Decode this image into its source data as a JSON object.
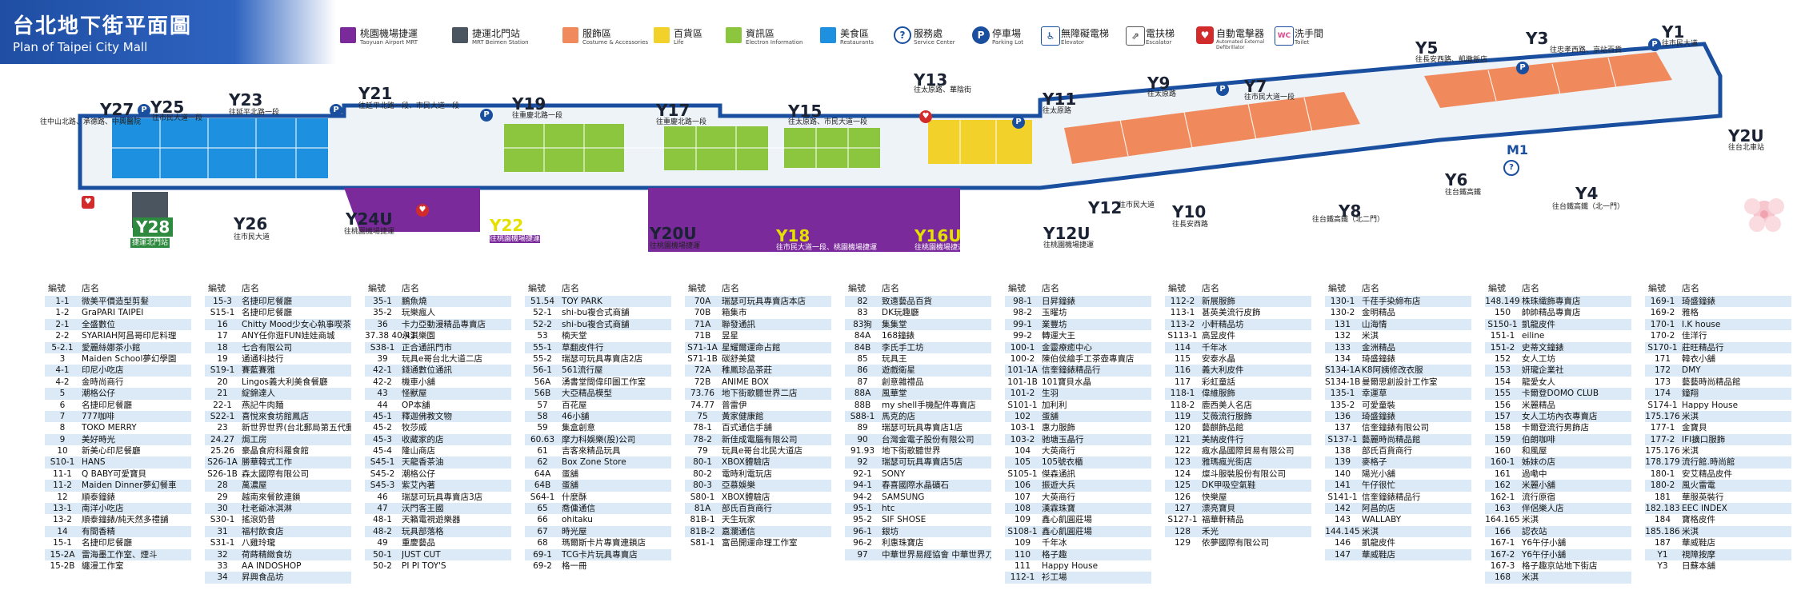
{
  "title": {
    "zh": "台北地下街平面圖",
    "en": "Plan of Taipei City Mall"
  },
  "legend": [
    {
      "zh": "桃園機場捷運",
      "en": "Taoyuan Airport MRT",
      "color": "#7b2a9c",
      "type": "swatch"
    },
    {
      "zh": "捷運北門站",
      "en": "MRT Beimen Station",
      "color": "#4a5560",
      "type": "swatch"
    },
    {
      "zh": "服飾區",
      "en": "Costume & Accessories",
      "color": "#f08a5d",
      "type": "swatch"
    },
    {
      "zh": "百貨區",
      "en": "Life",
      "color": "#f2d12b",
      "type": "swatch"
    },
    {
      "zh": "資訊區",
      "en": "Electron Information",
      "color": "#8cc63e",
      "type": "swatch"
    },
    {
      "zh": "美食區",
      "en": "Restaurants",
      "color": "#1e90e0",
      "type": "swatch"
    },
    {
      "zh": "服務處",
      "en": "Service Center",
      "symbol": "?",
      "type": "icon",
      "color": "#1a4fa0"
    },
    {
      "zh": "停車場",
      "en": "Parking Lot",
      "symbol": "P",
      "type": "icon",
      "color": "#1a4fa0"
    },
    {
      "zh": "無障礙電梯",
      "en": "Elevator",
      "symbol": "♿",
      "type": "icon",
      "color": "#1a4fa0"
    },
    {
      "zh": "電扶梯",
      "en": "Escalator",
      "symbol": "⇗",
      "type": "icon",
      "color": "#555555"
    },
    {
      "zh": "自動電擊器",
      "en": "Automated External Defibrillator",
      "symbol": "♥",
      "type": "icon",
      "color": "#d22b2b"
    },
    {
      "zh": "洗手間",
      "en": "Toilet",
      "symbol": "WC",
      "type": "icon",
      "color": "#e04a8c"
    }
  ],
  "exits": [
    {
      "code": "Y27",
      "zh": "往中山北路、承德路、中興醫院"
    },
    {
      "code": "Y25",
      "zh": "往市民大道一段"
    },
    {
      "code": "Y23",
      "zh": "往延平北路一段"
    },
    {
      "code": "Y21",
      "zh": "往延平北路一段、市民大道一段"
    },
    {
      "code": "Y19",
      "zh": "往重慶北路一段"
    },
    {
      "code": "Y17",
      "zh": "往重慶北路一段"
    },
    {
      "code": "Y15",
      "zh": "往太原路、市民大道一段"
    },
    {
      "code": "Y13",
      "zh": "往太原路、華陰街"
    },
    {
      "code": "Y11",
      "zh": "往太原路"
    },
    {
      "code": "Y9",
      "zh": "往太原路"
    },
    {
      "code": "Y7",
      "zh": "往市民大道一段"
    },
    {
      "code": "Y5",
      "zh": "往長安西路、凱撒飯店"
    },
    {
      "code": "Y3",
      "zh": "往忠孝西路、京站百貨"
    },
    {
      "code": "Y1",
      "zh": "往市民大道"
    },
    {
      "code": "Y28",
      "zh": "捷運北門站"
    },
    {
      "code": "Y26",
      "zh": "往市民大道"
    },
    {
      "code": "Y24U",
      "zh": "往桃園機場捷運"
    },
    {
      "code": "Y22",
      "zh": "往桃園機場捷運"
    },
    {
      "code": "Y20U",
      "zh": "往桃園機場捷運"
    },
    {
      "code": "Y18",
      "zh": "往市民大道一段、桃園機場捷運"
    },
    {
      "code": "Y16U",
      "zh": "往桃園機場捷運"
    },
    {
      "code": "Y12",
      "zh": "往市民大道"
    },
    {
      "code": "Y12U",
      "zh": "往桃園機場捷運"
    },
    {
      "code": "Y10",
      "zh": "往長安西路"
    },
    {
      "code": "Y8",
      "zh": "往台鐵高鐵（北二門）"
    },
    {
      "code": "Y6",
      "zh": "往台鐵高鐵"
    },
    {
      "code": "Y4",
      "zh": "往台鐵高鐵（北一門）"
    },
    {
      "code": "Y2U",
      "zh": "往台北車站"
    },
    {
      "code": "M1",
      "zh": ""
    }
  ],
  "directory_header": {
    "code": "編號",
    "name": "店名"
  },
  "directory": [
    [
      [
        "1-1",
        "微美平價造型剪髮"
      ],
      [
        "1-2",
        "GraPARI TAIPEI"
      ],
      [
        "2-1",
        "全盛數位"
      ],
      [
        "2-2",
        "SYARIAH阿昌哥印尼料理"
      ],
      [
        "5-2.1",
        "愛麗絲娜茶小館"
      ],
      [
        "3",
        "Maiden School夢幻學園"
      ],
      [
        "4-1",
        "印尼小吃店"
      ],
      [
        "4-2",
        "金時尚商行"
      ],
      [
        "5",
        "潮格公仔"
      ],
      [
        "6",
        "名捷印尼餐廳"
      ],
      [
        "7",
        "777咖啡"
      ],
      [
        "8",
        "TOKO MERRY"
      ],
      [
        "9",
        "美好時光"
      ],
      [
        "10",
        "新美心印尼餐廳"
      ],
      [
        "S10-1",
        "HANS"
      ],
      [
        "11-1",
        "Q BABY可愛寶貝"
      ],
      [
        "11-2",
        "Maiden Dinner夢幻餐車"
      ],
      [
        "12",
        "順泰鐘錶"
      ],
      [
        "13-1",
        "南洋小吃店"
      ],
      [
        "13-2",
        "順泰鐘錶/純天然多禮舖"
      ],
      [
        "14",
        "有間香精"
      ],
      [
        "15-1",
        "名捷印尼餐廳"
      ],
      [
        "15-2A",
        "雷海墨工作室、煙斗"
      ],
      [
        "15-2B",
        "纏漫工作室"
      ]
    ],
    [
      [
        "15-3",
        "名捷印尼餐廳"
      ],
      [
        "S15-1",
        "名捷印尼餐廳"
      ],
      [
        "16",
        "Chitty Mood少女心執事喫茶"
      ],
      [
        "17",
        "ANY任你逛FUN娃娃商城"
      ],
      [
        "18",
        "七合有限公司"
      ],
      [
        "19",
        "通通科技行"
      ],
      [
        "S19-1",
        "賽藍賽雅"
      ],
      [
        "20",
        "Lingos義大利美食餐廳"
      ],
      [
        "21",
        "綻錦達人"
      ],
      [
        "22-1",
        "燕記牛肉麵"
      ],
      [
        "S22-1",
        "喜悅來食坊館鳳店"
      ],
      [
        "23",
        "新世界世界(台北郵局第五代郵所)"
      ],
      [
        "24.27",
        "焗工房"
      ],
      [
        "25.26",
        "豪晶食府科羅食館"
      ],
      [
        "S26-1A",
        "勝華韓式工作"
      ],
      [
        "S26-1B",
        "森太國際有限公司"
      ],
      [
        "28",
        "萬濃屋"
      ],
      [
        "29",
        "越南來餐飲連鎖"
      ],
      [
        "30",
        "杜老爺冰淇淋"
      ],
      [
        "S30-1",
        "搖滾奶昔"
      ],
      [
        "31",
        "福村飲食店"
      ],
      [
        "S31-1",
        "八雞玲瓏"
      ],
      [
        "32",
        "荷蒔精緻食坊"
      ],
      [
        "33",
        "AA INDOSHOP"
      ],
      [
        "34",
        "昇興食品坊"
      ]
    ],
    [
      [
        "35-1",
        "鵬魚燒"
      ],
      [
        "35-2",
        "玩樂瘋人"
      ],
      [
        "36",
        "卡力亞動漫精品專賣店"
      ],
      [
        "37.38 40.41",
        "永淇樂園"
      ],
      [
        "S38-1",
        "正合通訊門市"
      ],
      [
        "39",
        "玩具e哥台北大道二店"
      ],
      [
        "42-1",
        "錢通數位通訊"
      ],
      [
        "42-2",
        "機車小舖"
      ],
      [
        "43",
        "怪獸屋"
      ],
      [
        "44",
        "OP本舖"
      ],
      [
        "45-1",
        "釋迦佛教文物"
      ],
      [
        "45-2",
        "牧莎威"
      ],
      [
        "45-3",
        "收藏家的店"
      ],
      [
        "45-4",
        "隆山商店"
      ],
      [
        "S45-1",
        "天龍香茶油"
      ],
      [
        "S45-2",
        "潮格公仔"
      ],
      [
        "S45-3",
        "紫艾內著"
      ],
      [
        "46",
        "瑞瑟可玩具專賣店3店"
      ],
      [
        "47",
        "沃門客王國"
      ],
      [
        "48-1",
        "天籟電視遊樂器"
      ],
      [
        "48-2",
        "玩具部落格"
      ],
      [
        "49",
        "重慶藝品"
      ],
      [
        "50-1",
        "JUST CUT"
      ],
      [
        "50-2",
        "PI PI TOY'S"
      ]
    ],
    [
      [
        "51.54",
        "TOY PARK"
      ],
      [
        "52-1",
        "shi-bu複合式商舖"
      ],
      [
        "52-2",
        "shi-bu複合式商舖"
      ],
      [
        "53",
        "楠天堂"
      ],
      [
        "55-1",
        "草翻皮件行"
      ],
      [
        "55-2",
        "瑞瑟可玩具專賣店2店"
      ],
      [
        "56-1",
        "561流行屋"
      ],
      [
        "56A",
        "湧書堂間偉印圖工作室"
      ],
      [
        "56B",
        "大亞精品模型"
      ],
      [
        "57",
        "百花屋"
      ],
      [
        "58",
        "46小舖"
      ],
      [
        "59",
        "集盒創意"
      ],
      [
        "60.63",
        "摩力科娛樂(股)公司"
      ],
      [
        "61",
        "吉客來精品玩具"
      ],
      [
        "62",
        "Box Zone Store"
      ],
      [
        "64A",
        "蛋舖"
      ],
      [
        "64B",
        "蛋舖"
      ],
      [
        "S64-1",
        "什麼酥"
      ],
      [
        "65",
        "喬傭通信"
      ],
      [
        "66",
        "ohitaku"
      ],
      [
        "67",
        "時光屋"
      ],
      [
        "68",
        "瑪爾斯卡片專賣連鎖店"
      ],
      [
        "69-1",
        "TCG卡片玩具專賣店"
      ],
      [
        "69-2",
        "格一冊"
      ]
    ],
    [
      [
        "70A",
        "瑞瑟可玩具專賣店本店"
      ],
      [
        "70B",
        "箱集市"
      ],
      [
        "71A",
        "聯發通訊"
      ],
      [
        "71B",
        "昱星"
      ],
      [
        "S71-1A",
        "星耀爾運命占館"
      ],
      [
        "S71-1B",
        "碳舒美黛"
      ],
      [
        "72A",
        "稚鳳珍品茶莊"
      ],
      [
        "72B",
        "ANIME BOX"
      ],
      [
        "73.76",
        "地下街歌聽世界二店"
      ],
      [
        "74.77",
        "普雷伊"
      ],
      [
        "75",
        "黃家健康館"
      ],
      [
        "78-1",
        "百式通信手舖"
      ],
      [
        "78-2",
        "新佳成電腦有限公司"
      ],
      [
        "79",
        "玩具e哥台北民大道店"
      ],
      [
        "80-1",
        "XBOX體驗店"
      ],
      [
        "80-2",
        "電時利電玩店"
      ],
      [
        "80-3",
        "亞慕娛樂"
      ],
      [
        "S80-1",
        "XBOX體驗店"
      ],
      [
        "81A",
        "部氏百貨商行"
      ],
      [
        "81B-1",
        "天生玩家"
      ],
      [
        "81B-2",
        "嘉瀾通信"
      ],
      [
        "S81-1",
        "富邑開運命理工作室"
      ]
    ],
    [
      [
        "82",
        "致遠藝品百貨"
      ],
      [
        "83",
        "DK玩趣廳"
      ],
      [
        "83狗",
        "集集堂"
      ],
      [
        "84A",
        "168鐘錶"
      ],
      [
        "84B",
        "李氏手工坊"
      ],
      [
        "85",
        "玩具王"
      ],
      [
        "86",
        "遊戲衛星"
      ],
      [
        "87",
        "創意雜禮品"
      ],
      [
        "88A",
        "風華堂"
      ],
      [
        "88B",
        "my shell手機配件專賣店"
      ],
      [
        "S88-1",
        "馬克的店"
      ],
      [
        "89",
        "瑞瑟可玩具專賣店1店"
      ],
      [
        "90",
        "台灣金電子股份有限公司"
      ],
      [
        "91.93",
        "地下街歌聽世界"
      ],
      [
        "92",
        "瑞瑟可玩具專賣店5店"
      ],
      [
        "92-1",
        "SONY"
      ],
      [
        "94-1",
        "春喜國際水晶礦石"
      ],
      [
        "94-2",
        "SAMSUNG"
      ],
      [
        "95-1",
        "htc"
      ],
      [
        "95-2",
        "SIF SHOSE"
      ],
      [
        "96-1",
        "銀坊"
      ],
      [
        "96-2",
        "利惠珠寶店"
      ],
      [
        "97",
        "中華世界易經協會 中華世界刀療協會"
      ]
    ],
    [
      [
        "98-1",
        "日昇鐘錶"
      ],
      [
        "98-2",
        "玉曜坊"
      ],
      [
        "99-1",
        "業豐坊"
      ],
      [
        "99-2",
        "轉運大王"
      ],
      [
        "100-1",
        "金靈療癒中心"
      ],
      [
        "100-2",
        "陳伯侯繪手工茶壺專賣店"
      ],
      [
        "101-1A",
        "信奎鐘錶精品行"
      ],
      [
        "101-1B",
        "101寶貝水晶"
      ],
      [
        "101-2",
        "生羽"
      ],
      [
        "S101-1",
        "加利利"
      ],
      [
        "102",
        "蛋舖"
      ],
      [
        "103-1",
        "惠力服飾"
      ],
      [
        "103-2",
        "驰塘玉晶行"
      ],
      [
        "104",
        "大英商行"
      ],
      [
        "105",
        "105號衣櫃"
      ],
      [
        "S105-1",
        "傑森通訊"
      ],
      [
        "106",
        "振遊大兵"
      ],
      [
        "107",
        "大英商行"
      ],
      [
        "108",
        "漢霖珠寶"
      ],
      [
        "109",
        "鑫心飢圓莊場"
      ],
      [
        "S108-1",
        "鑫心飢圓莊場"
      ],
      [
        "109",
        "千年冰"
      ],
      [
        "110",
        "格子趣"
      ],
      [
        "111",
        "Happy House"
      ],
      [
        "112-1",
        "衫工場"
      ]
    ],
    [
      [
        "112-2",
        "新展服飾"
      ],
      [
        "113-1",
        "甚英美流行皮飾"
      ],
      [
        "113-2",
        "小軒精品坊"
      ],
      [
        "S113-1",
        "高昱皮件"
      ],
      [
        "114",
        "千年冰"
      ],
      [
        "115",
        "安泰水晶"
      ],
      [
        "116",
        "義大利皮件"
      ],
      [
        "117",
        "彩虹童話"
      ],
      [
        "118-1",
        "偉維服飾"
      ],
      [
        "118-2",
        "鹿西美人名店"
      ],
      [
        "119",
        "艾薇流行服飾"
      ],
      [
        "120",
        "藝麒飾品館"
      ],
      [
        "121",
        "美納皮件行"
      ],
      [
        "122",
        "瘋水晶國際貿易有限公司"
      ],
      [
        "123",
        "雅瑪瘋光街店"
      ],
      [
        "124",
        "燦斗服裝股份有限公司"
      ],
      [
        "125",
        "DK甲吸空氣鞋"
      ],
      [
        "126",
        "快樂屋"
      ],
      [
        "127",
        "漂亮寶貝"
      ],
      [
        "S127-1",
        "福華軒精品"
      ],
      [
        "128",
        "禾光"
      ],
      [
        "129",
        "依夢國際有限公司"
      ]
    ],
    [
      [
        "130-1",
        "千荏手染締布店"
      ],
      [
        "130-2",
        "金明精品"
      ],
      [
        "131",
        "山海情"
      ],
      [
        "132",
        "米淇"
      ],
      [
        "133",
        "金洲精品"
      ],
      [
        "134",
        "琦盛鐘錶"
      ],
      [
        "S134-1A",
        "K8阿姨修改衣服"
      ],
      [
        "S134-1B",
        "曼爾思創設計工作室"
      ],
      [
        "135-1",
        "幸運草"
      ],
      [
        "135-2",
        "可愛童裝"
      ],
      [
        "136",
        "琦盛鐘錶"
      ],
      [
        "137",
        "信奎鐘錶有限公司"
      ],
      [
        "S137-1",
        "藝麗時尚精品館"
      ],
      [
        "138",
        "部氏百貨商行"
      ],
      [
        "139",
        "麥格子"
      ],
      [
        "140",
        "陽光小舖"
      ],
      [
        "141",
        "午仔很忙"
      ],
      [
        "S141-1",
        "信奎鐘錶精品行"
      ],
      [
        "142",
        "阿昌的店"
      ],
      [
        "143",
        "WALLABY"
      ],
      [
        "144.145",
        "米淇"
      ],
      [
        "146",
        "凱龍皮件"
      ],
      [
        "147",
        "華威鞋店"
      ]
    ],
    [
      [
        "148.149",
        "株珠織飾專賣店"
      ],
      [
        "150",
        "帥帥精品專賣店"
      ],
      [
        "S150-1",
        "凱龍皮件"
      ],
      [
        "151-1",
        "eiline"
      ],
      [
        "151-2",
        "史蒂文鐘錶"
      ],
      [
        "152",
        "女人工坊"
      ],
      [
        "153",
        "妍瓏企業社"
      ],
      [
        "154",
        "龍愛女人"
      ],
      [
        "155",
        "卡爾登DOMO CLUB"
      ],
      [
        "156",
        "米麗精品"
      ],
      [
        "157",
        "女人工坊內衣專賣店"
      ],
      [
        "158",
        "卡爾登流行男飾店"
      ],
      [
        "159",
        "伯朗咖啡"
      ],
      [
        "160",
        "和風屋"
      ],
      [
        "160-1",
        "姊妹の店"
      ],
      [
        "161",
        "過嘞中"
      ],
      [
        "162",
        "米麗小舖"
      ],
      [
        "162-1",
        "流行原宿"
      ],
      [
        "163",
        "伴侶樂人店"
      ],
      [
        "164.165",
        "米淇"
      ],
      [
        "166",
        "認衣站"
      ],
      [
        "167-1",
        "Y6午仔小舖"
      ],
      [
        "167-2",
        "Y6午仔小舖"
      ],
      [
        "167-3",
        "格子趣京站地下街店"
      ],
      [
        "168",
        "米淇"
      ]
    ],
    [
      [
        "169-1",
        "琦盛鐘錶"
      ],
      [
        "169-2",
        "雅格"
      ],
      [
        "170-1",
        "I.K house"
      ],
      [
        "170-2",
        "佳洋行"
      ],
      [
        "S170-1",
        "莊旺精品行"
      ],
      [
        "171",
        "韓衣小舖"
      ],
      [
        "172",
        "DMY"
      ],
      [
        "173",
        "藝藝時尚精品館"
      ],
      [
        "174",
        "鐘翔"
      ],
      [
        "S174-1",
        "Happy House"
      ],
      [
        "175.176",
        "米淇"
      ],
      [
        "177-1",
        "金寶貝"
      ],
      [
        "177-2",
        "IFI擴口服飾"
      ],
      [
        "175.176",
        "米淇"
      ],
      [
        "178.179",
        "流行館.時尚館"
      ],
      [
        "180-1",
        "安艾精品皮件"
      ],
      [
        "180-2",
        "風火雷電"
      ],
      [
        "181",
        "華服英裝行"
      ],
      [
        "182.183",
        "EEC INDEX"
      ],
      [
        "184",
        "寶格皮件"
      ],
      [
        "185.186",
        "米淇"
      ],
      [
        "187",
        "華威鞋店"
      ],
      [
        "Y1",
        "視障按摩"
      ],
      [
        "Y3",
        "日蘇本舖"
      ]
    ]
  ]
}
